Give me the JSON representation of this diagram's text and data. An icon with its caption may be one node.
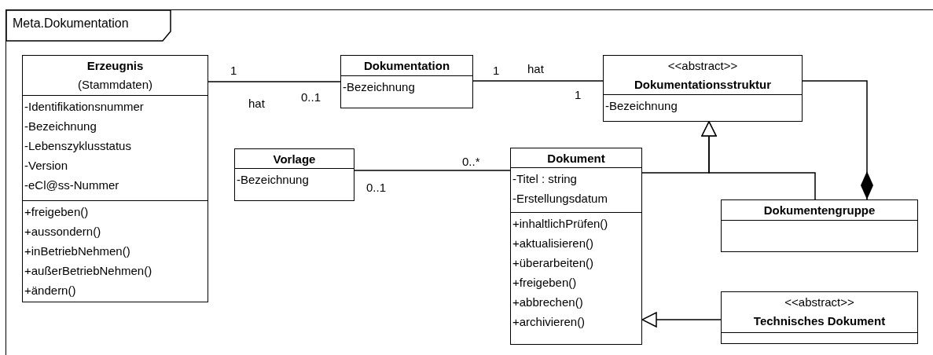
{
  "diagram": {
    "nodes": [
      {
        "text": [
          "Meta.Dokumentation"
        ]
      },
      {
        "text": [
          "Erzeugnis",
          "(Stammdaten)",
          "-Identifikationsnummer",
          "-Bezeichnung",
          "-Lebenszyklusstatus",
          "-Version",
          "-eCl@ss-Nummer",
          "+freigeben()",
          "+aussondern()",
          "+inBetriebNehmen()",
          "+außerBetriebNehmen()",
          "+ändern()"
        ],
        "in": 0
      },
      {
        "text": [
          "Dokumentation",
          "-Bezeichnung"
        ],
        "in": 0
      },
      {
        "text": [
          "<<abstract>>",
          "Dokumentationsstruktur",
          "-Bezeichnung"
        ],
        "in": 0
      },
      {
        "text": [
          "Vorlage",
          "-Bezeichnung"
        ],
        "in": 0
      },
      {
        "text": [
          "Dokument",
          "-Titel : string",
          "-Erstellungsdatum",
          "+inhaltlichPrüfen()",
          "+aktualisieren()",
          "+überarbeiten()",
          "+freigeben()",
          "+abbrechen()",
          "+archivieren()"
        ],
        "in": 0
      },
      {
        "text": [
          "Dokumentengruppe"
        ],
        "in": 0
      },
      {
        "text": [
          "<<abstract>>",
          "Technisches Dokument"
        ],
        "in": 0
      }
    ],
    "edges": [
      {
        "from": 1,
        "to": 2,
        "arrow": "none",
        "label": "hat"
      },
      {
        "from": 2,
        "to": 3,
        "arrow": "none",
        "label": "hat"
      },
      {
        "from": 4,
        "to": 5,
        "arrow": "none"
      },
      {
        "from": 5,
        "to": 3,
        "arrow": "to"
      },
      {
        "from": 6,
        "to": 3,
        "arrow": "to"
      },
      {
        "from": 3,
        "to": 6,
        "arrow": "other"
      },
      {
        "from": 7,
        "to": 5,
        "arrow": "to"
      }
    ],
    "labels": [
      "1",
      "1",
      "0..1",
      "1",
      "0..*",
      "0..1"
    ]
  }
}
